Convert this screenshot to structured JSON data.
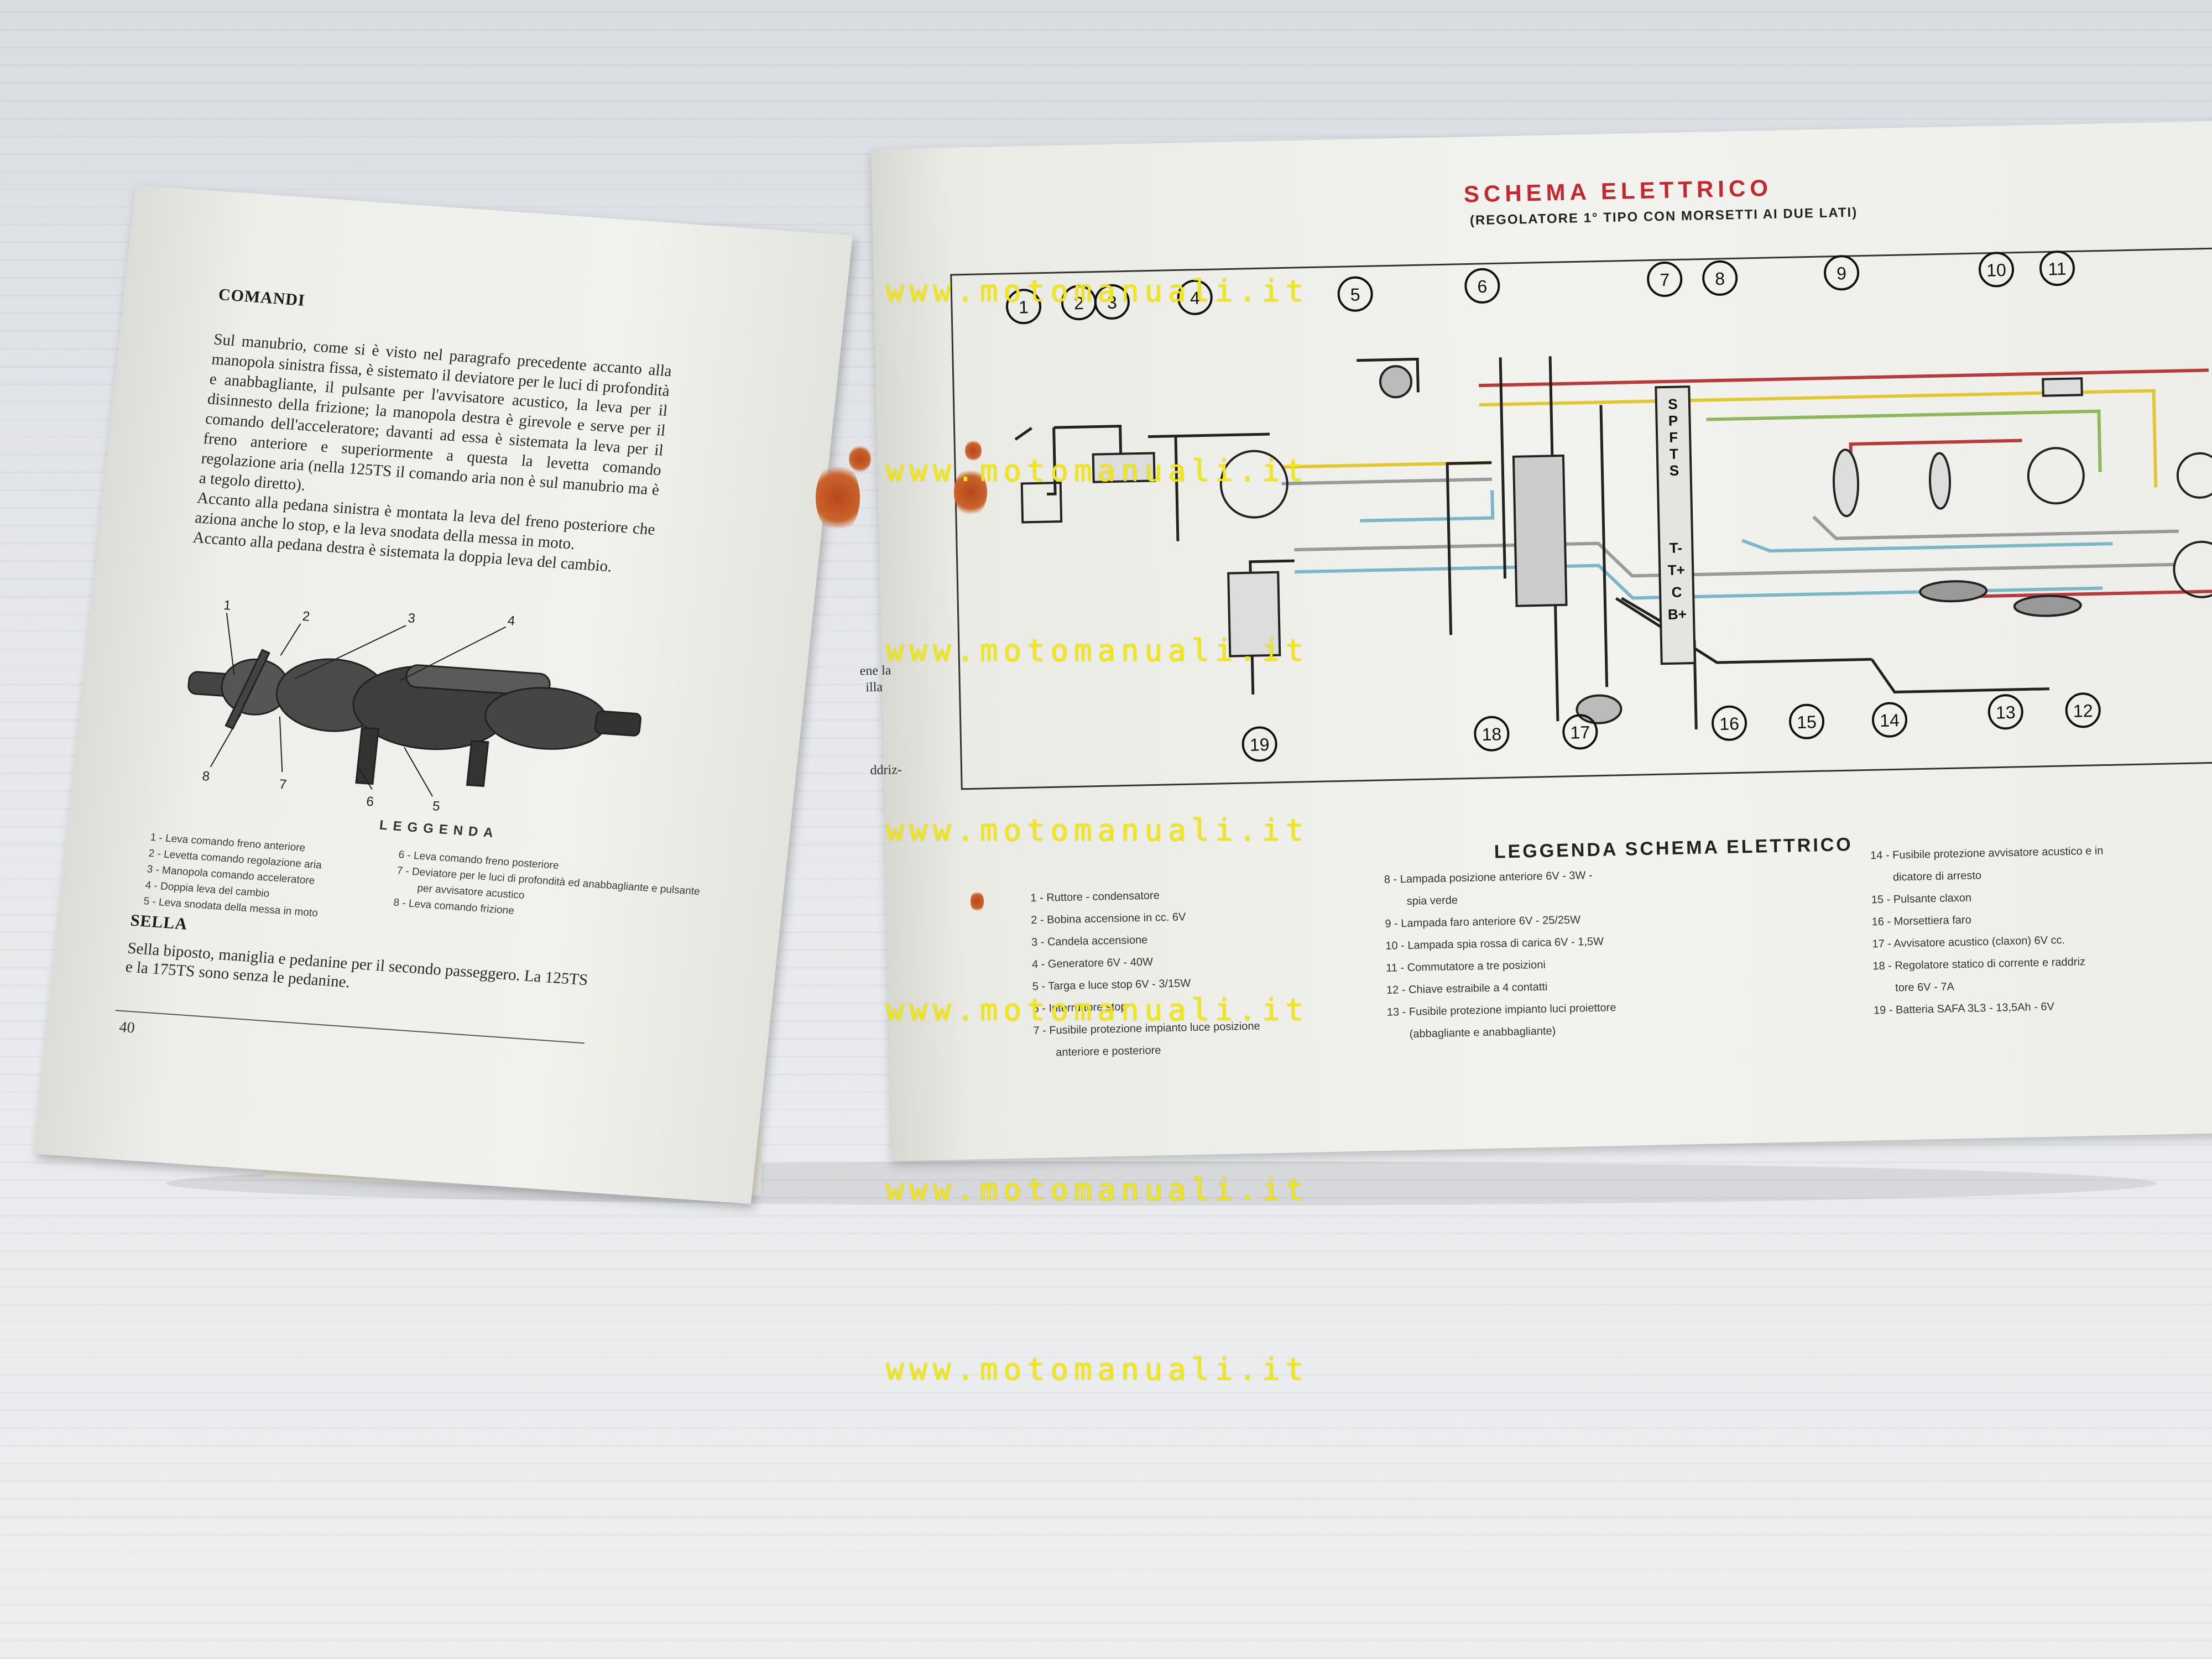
{
  "left_page": {
    "heading_comandi": "COMANDI",
    "paragraphs": [
      "Sul manubrio, come si è visto nel paragrafo precedente accanto alla manopola sinistra fissa, è sistemato il deviatore per le luci di profondità e anabbagliante, il pulsante per l'avvisatore acustico, la leva per il disinnesto della frizione; la manopola destra è girevole e serve per il comando dell'acceleratore; davanti ad essa è sistemata la leva per il freno anteriore e superiormente a questa la levetta comando regolazione aria (nella 125TS il comando aria non è sul manubrio ma è a tegolo diretto).",
      "Accanto alla pedana sinistra è montata la leva del freno posteriore che aziona anche lo stop, e la leva snodata della messa in moto.",
      "Accanto alla pedana destra è sistemata la doppia leva del cambio."
    ],
    "figure_numbers": [
      "1",
      "2",
      "3",
      "4",
      "5",
      "6",
      "7",
      "8"
    ],
    "legend_title": "LEGGENDA",
    "legend_left": [
      "1 - Leva comando freno anteriore",
      "2 - Levetta comando regolazione aria",
      "3 - Manopola comando acceleratore",
      "4 - Doppia leva del cambio",
      "5 - Leva snodata della messa in moto"
    ],
    "legend_right": [
      "6 - Leva comando freno posteriore",
      "7 - Deviatore per le luci di profondità ed anabbagliante e pulsante",
      "per avvisatore acustico",
      "8 - Leva comando frizione"
    ],
    "heading_sella": "SELLA",
    "sella_text": "Sella biposto, maniglia e pedanine per il secondo passeggero. La 125TS e la 175TS sono senza le pedanine.",
    "page_number": "40"
  },
  "right_page": {
    "title": "SCHEMA ELETTRICO",
    "subtitle": "(REGOLATORE 1° TIPO CON MORSETTI AI DUE LATI)",
    "partial_text": [
      "ene la",
      "illa",
      "ddriz-"
    ],
    "terminal_labels": [
      "S",
      "P",
      "F",
      "T",
      "S",
      "T-",
      "T+",
      "C",
      "B+"
    ],
    "component_numbers": [
      "1",
      "2",
      "3",
      "4",
      "5",
      "6",
      "7",
      "8",
      "9",
      "10",
      "11",
      "12",
      "13",
      "14",
      "15",
      "16",
      "17",
      "18",
      "19"
    ],
    "legend_title": "LEGGENDA SCHEMA ELETTRICO",
    "legend_col1": [
      "1 - Ruttore - condensatore",
      "2 - Bobina accensione in cc. 6V",
      "3 - Candela accensione",
      "4 - Generatore 6V - 40W",
      "5 - Targa e luce stop 6V - 3/15W",
      "6 - Interruttore stop",
      "7 - Fusibile protezione impianto luce posizione",
      "anteriore e posteriore"
    ],
    "legend_col2": [
      "8 - Lampada posizione anteriore 6V - 3W -",
      "spia verde",
      "9 - Lampada faro anteriore 6V - 25/25W",
      "10 - Lampada spia rossa di carica 6V - 1,5W",
      "11 - Commutatore a tre posizioni",
      "12 - Chiave estraibile a 4 contatti",
      "13 - Fusibile protezione impianto luci proiettore",
      "(abbagliante e anabbagliante)"
    ],
    "legend_col3": [
      "14 - Fusibile protezione avvisatore acustico e in",
      "dicatore di arresto",
      "15 - Pulsante claxon",
      "16 - Morsettiera faro",
      "17 - Avvisatore acustico (claxon) 6V cc.",
      "18 - Regolatore statico di corrente e raddriz",
      "tore 6V - 7A",
      "19 - Batteria SAFA 3L3 - 13,5Ah - 6V"
    ]
  },
  "watermark": "www.motomanuali.it",
  "colors": {
    "title_red": "#c8262d",
    "watermark_yellow": "#f4ea00",
    "wire_red": "#b83a3a",
    "wire_yellow": "#e2c830",
    "wire_green": "#8cb85a",
    "wire_blue": "#7ab8c8",
    "wire_grey": "#9a9a9a"
  }
}
